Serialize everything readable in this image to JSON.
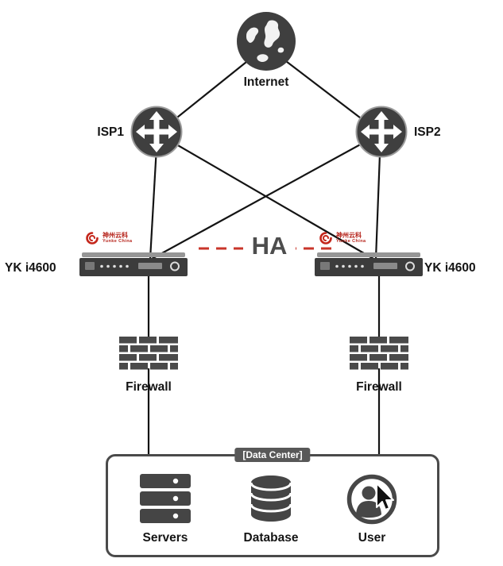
{
  "palette": {
    "icon_gray": "#424242",
    "line_black": "#141414",
    "ha_dash_red": "#c9352a",
    "logo_red": "#b6231a",
    "badge_bg": "#585858"
  },
  "nodes": {
    "internet": {
      "label": "Internet"
    },
    "isp1": {
      "label": "ISP1"
    },
    "isp2": {
      "label": "ISP2"
    },
    "device_left": {
      "label": "YK i4600"
    },
    "device_right": {
      "label": "YK i4600"
    },
    "ha": {
      "label": "HA"
    },
    "firewall_left": {
      "label": "Firewall"
    },
    "firewall_right": {
      "label": "Firewall"
    },
    "data_center": {
      "label": "[Data Center]"
    },
    "servers": {
      "label": "Servers"
    },
    "database": {
      "label": "Database"
    },
    "user": {
      "label": "User"
    }
  },
  "vendor_logo": {
    "cn": "神州云科",
    "en": "Yunke China"
  }
}
